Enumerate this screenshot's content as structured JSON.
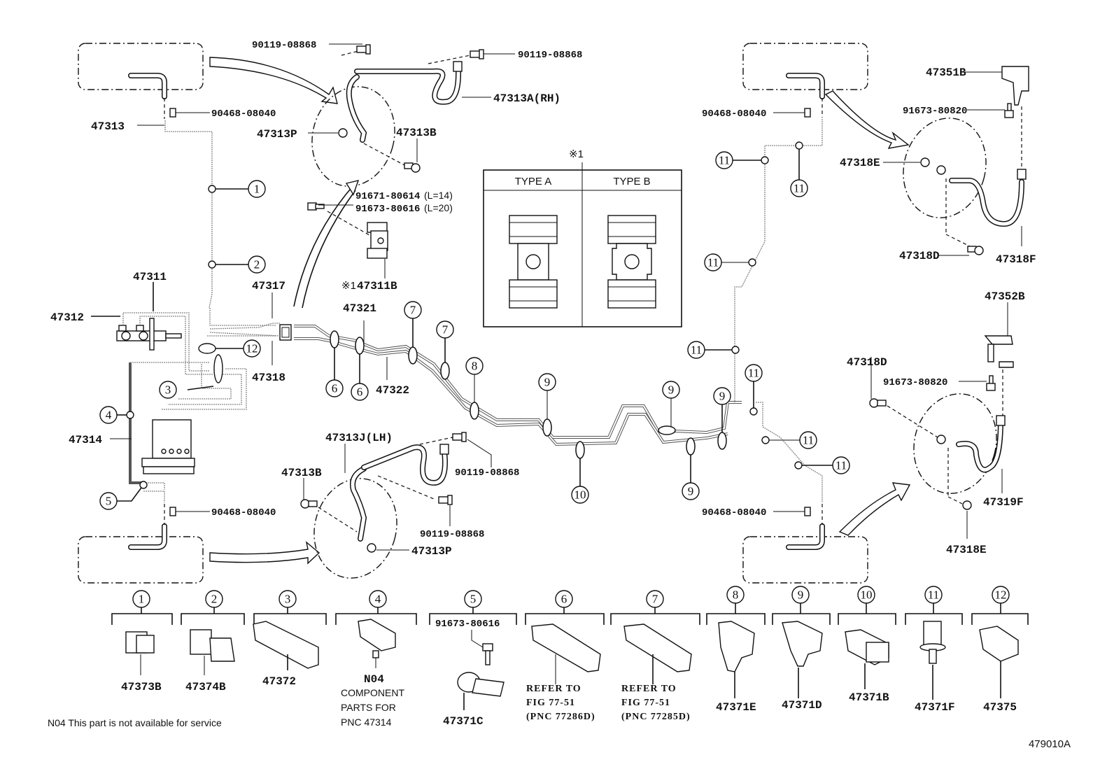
{
  "diagram": {
    "figure_id": "479010A",
    "note": "N04 This part is not available for service",
    "type_box": {
      "marker": "※1",
      "type_a": "TYPE A",
      "type_b": "TYPE B"
    },
    "labels": {
      "p90119_top_left": "90119-08868",
      "p90119_top_right": "90119-08868",
      "p47313A": "47313A(RH)",
      "p90468_tl": "90468-08040",
      "p47313": "47313",
      "p47313P_top": "47313P",
      "p47313B_top": "47313B",
      "p91671": "91671-80614",
      "p91671_len": "(L=14)",
      "p91673_80616": "91673-80616",
      "p91673_80616_len": "(L=20)",
      "p47311B_marker": "※1",
      "p47311B": "47311B",
      "p47311": "47311",
      "p47312": "47312",
      "p47317": "47317",
      "p47318": "47318",
      "p47321": "47321",
      "p47322": "47322",
      "p47314": "47314",
      "p47313J": "47313J(LH)",
      "p47313B_bottom": "47313B",
      "p90119_bottom_a": "90119-08868",
      "p90119_bottom_b": "90119-08868",
      "p90468_bl": "90468-08040",
      "p47313P_bottom": "47313P",
      "p90468_tr": "90468-08040",
      "p90468_br": "90468-08040",
      "p47351B": "47351B",
      "p91673_80820_top": "91673-80820",
      "p47318E_top": "47318E",
      "p47318D_top": "47318D",
      "p47318F": "47318F",
      "p47352B": "47352B",
      "p47318D_bottom": "47318D",
      "p91673_80820_bottom": "91673-80820",
      "p47319F": "47319F",
      "p47318E_bottom": "47318E"
    },
    "callouts_main": {
      "c1": "1",
      "c2": "2",
      "c3": "3",
      "c4": "4",
      "c5": "5",
      "c6a": "6",
      "c6b": "6",
      "c7a": "7",
      "c7b": "7",
      "c8": "8",
      "c9a": "9",
      "c9b": "9",
      "c9c": "9",
      "c9d": "9",
      "c10": "10",
      "c11a": "11",
      "c11b": "11",
      "c11c": "11",
      "c11d": "11",
      "c11e": "11",
      "c11f": "11",
      "c11g": "11",
      "c12": "12"
    },
    "legend": [
      {
        "num": "1",
        "part": "47373B"
      },
      {
        "num": "2",
        "part": "47374B"
      },
      {
        "num": "3",
        "part": "47372"
      },
      {
        "num": "4",
        "part": "N04",
        "desc": [
          "COMPONENT",
          "PARTS FOR",
          "PNC 47314"
        ]
      },
      {
        "num": "5",
        "bolt": "91673-80616",
        "part": "47371C"
      },
      {
        "num": "6",
        "refer": [
          "REFER TO",
          "FIG 77-51",
          "(PNC 77286D)"
        ]
      },
      {
        "num": "7",
        "refer": [
          "REFER TO",
          "FIG 77-51",
          "(PNC 77285D)"
        ]
      },
      {
        "num": "8",
        "part": "47371E"
      },
      {
        "num": "9",
        "part": "47371D"
      },
      {
        "num": "10",
        "part": "47371B"
      },
      {
        "num": "11",
        "part": "47371F"
      },
      {
        "num": "12",
        "part": "47375"
      }
    ]
  }
}
